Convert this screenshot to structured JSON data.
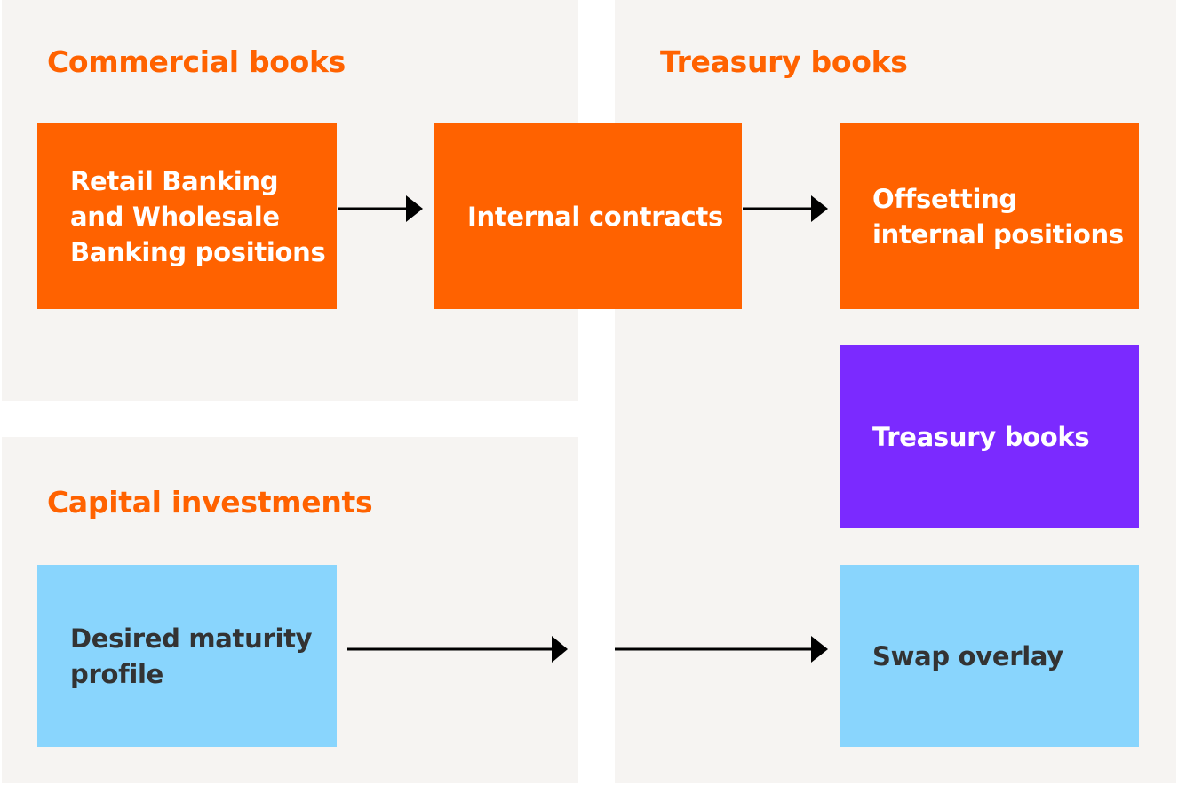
{
  "colors": {
    "panel_bg": "#f6f4f2",
    "accent_orange": "#ff6200",
    "purple": "#7b2aff",
    "light_blue": "#89d5fd",
    "arrow": "#000000"
  },
  "panels": {
    "commercial": {
      "title": "Commercial books"
    },
    "treasury": {
      "title": "Treasury books"
    },
    "capital": {
      "title": "Capital investments"
    }
  },
  "boxes": {
    "retail_wholesale": {
      "label": "Retail Banking and Wholesale Banking positions"
    },
    "internal_contracts": {
      "label": "Internal contracts"
    },
    "offsetting": {
      "label": "Offsetting internal positions"
    },
    "treasury_books": {
      "label": "Treasury books"
    },
    "desired_maturity": {
      "label": "Desired maturity profile"
    },
    "swap_overlay": {
      "label": "Swap overlay"
    }
  },
  "flows": [
    {
      "from": "Retail Banking and Wholesale Banking positions",
      "to": "Internal contracts"
    },
    {
      "from": "Internal contracts",
      "to": "Offsetting internal positions"
    },
    {
      "from": "Desired maturity profile",
      "to": "Swap overlay"
    }
  ]
}
